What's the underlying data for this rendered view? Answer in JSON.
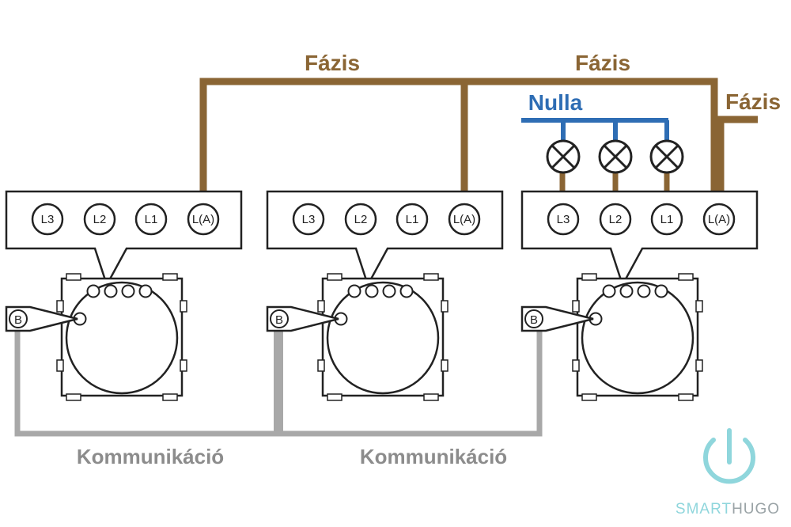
{
  "labels": {
    "phase": "Fázis",
    "neutral": "Nulla",
    "communication": "Kommunikáció"
  },
  "modules": [
    {
      "terminals": [
        "L3",
        "L2",
        "L1",
        "L(A)"
      ],
      "port": "B"
    },
    {
      "terminals": [
        "L3",
        "L2",
        "L1",
        "L(A)"
      ],
      "port": "B"
    },
    {
      "terminals": [
        "L3",
        "L2",
        "L1",
        "L(A)"
      ],
      "port": "B"
    }
  ],
  "logo": {
    "part1": "SMART",
    "part2": "HUGO"
  },
  "colors": {
    "phase": "#8a6534",
    "neutral": "#2e6db4",
    "communication": "#a8a8a8",
    "outline": "#222222",
    "logo": "#8fd6dc"
  }
}
